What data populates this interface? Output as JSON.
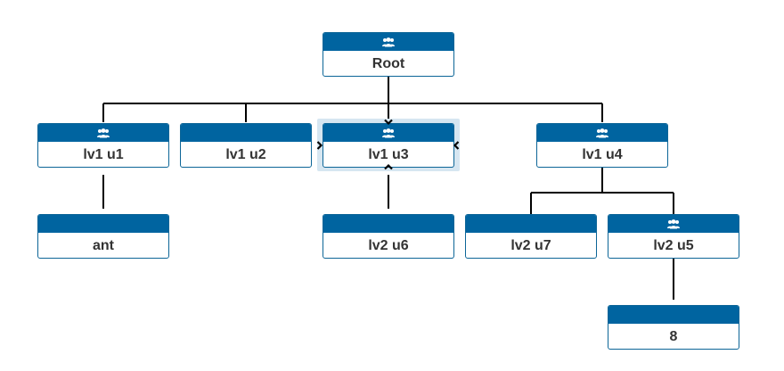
{
  "colors": {
    "node_header": "#0064a0",
    "node_border": "#0c6597",
    "connector": "#000000",
    "selection": "#d6e6f1"
  },
  "icons": {
    "group": "group-icon",
    "expand": "chevron-icon"
  },
  "tree": {
    "root": {
      "label": "Root",
      "icon": "group-icon"
    },
    "lv1_u1": {
      "label": "lv1 u1",
      "icon": "group-icon"
    },
    "lv1_u2": {
      "label": "lv1 u2",
      "icon": ""
    },
    "lv1_u3": {
      "label": "lv1 u3",
      "icon": "group-icon",
      "selected": true
    },
    "lv1_u4": {
      "label": "lv1 u4",
      "icon": "group-icon"
    },
    "ant": {
      "label": "ant",
      "icon": ""
    },
    "lv2_u6": {
      "label": "lv2 u6",
      "icon": ""
    },
    "lv2_u7": {
      "label": "lv2 u7",
      "icon": ""
    },
    "lv2_u5": {
      "label": "lv2 u5",
      "icon": "group-icon"
    },
    "n8": {
      "label": "8",
      "icon": ""
    }
  }
}
